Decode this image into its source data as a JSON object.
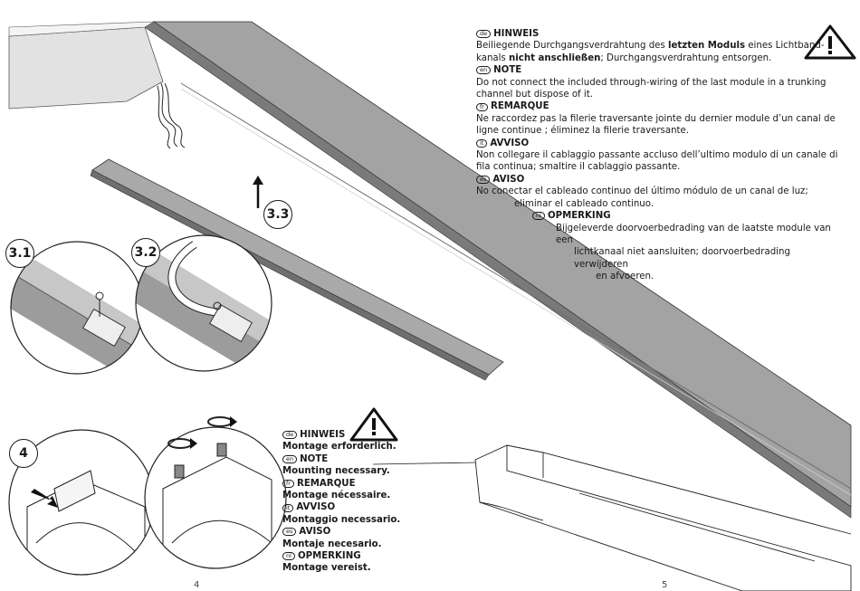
{
  "notes_top": {
    "de_code": "de",
    "de_title": "HINWEIS",
    "de_t1": "Beiliegende Durchgangsverdrahtung des ",
    "de_b1": "letzten Moduls",
    "de_t2": " eines Lichtband-",
    "de_t3": "kanals ",
    "de_b2": "nicht anschließen",
    "de_t4": "; Durchgangsverdrahtung entsorgen.",
    "en_code": "en",
    "en_title": "NOTE",
    "en_l1": "Do not connect the included through-wiring of the last module in a trunking",
    "en_l2": "channel but dispose of it.",
    "fr_code": "fr",
    "fr_title": "REMARQUE",
    "fr_l1": "Ne raccordez pas la filerie traversante jointe du dernier module d’un canal de",
    "fr_l2": "ligne continue ; éliminez la filerie traversante.",
    "it_code": "it",
    "it_title": "AVVISO",
    "it_l1": "Non collegare il cablaggio passante accluso dell’ultimo modulo di un canale di",
    "it_l2": "fila continua; smaltire il cablaggio passante.",
    "es_code": "es",
    "es_title": "AVISO",
    "es_l1": "No conectar el cableado continuo del último módulo de un canal de luz;",
    "es_l2": "eliminar el cableado continuo.",
    "nl_code": "nl",
    "nl_title": "OPMERKING",
    "nl_l1": "Bijgeleverde doorvoerbedrading van de laatste module van een",
    "nl_l2": "lichtkanaal niet aansluiten; doorvoerbedrading verwijderen",
    "nl_l3": "en afvoeren."
  },
  "notes_bottom": {
    "de_code": "de",
    "de_title": "HINWEIS",
    "de_text": "Montage erforderlich.",
    "en_code": "en",
    "en_title": "NOTE",
    "en_text": "Mounting necessary.",
    "fr_code": "fr",
    "fr_title": "REMARQUE",
    "fr_text": "Montage nécessaire.",
    "it_code": "it",
    "it_title": "AVVISO",
    "it_text": "Montaggio necessario.",
    "es_code": "es",
    "es_title": "AVISO",
    "es_text": "Montaje necesario.",
    "nl_code": "nl",
    "nl_title": "OPMERKING",
    "nl_text": "Montage vereist."
  },
  "steps": {
    "s31": "3.1",
    "s32": "3.2",
    "s33": "3.3",
    "s4": "4"
  },
  "pages": {
    "left": "4",
    "right": "5"
  },
  "colors": {
    "rail": "#9a9a9a",
    "rail_dark": "#6e6e6e",
    "rail_light": "#c4c4c4",
    "line": "#1a1a1a"
  }
}
